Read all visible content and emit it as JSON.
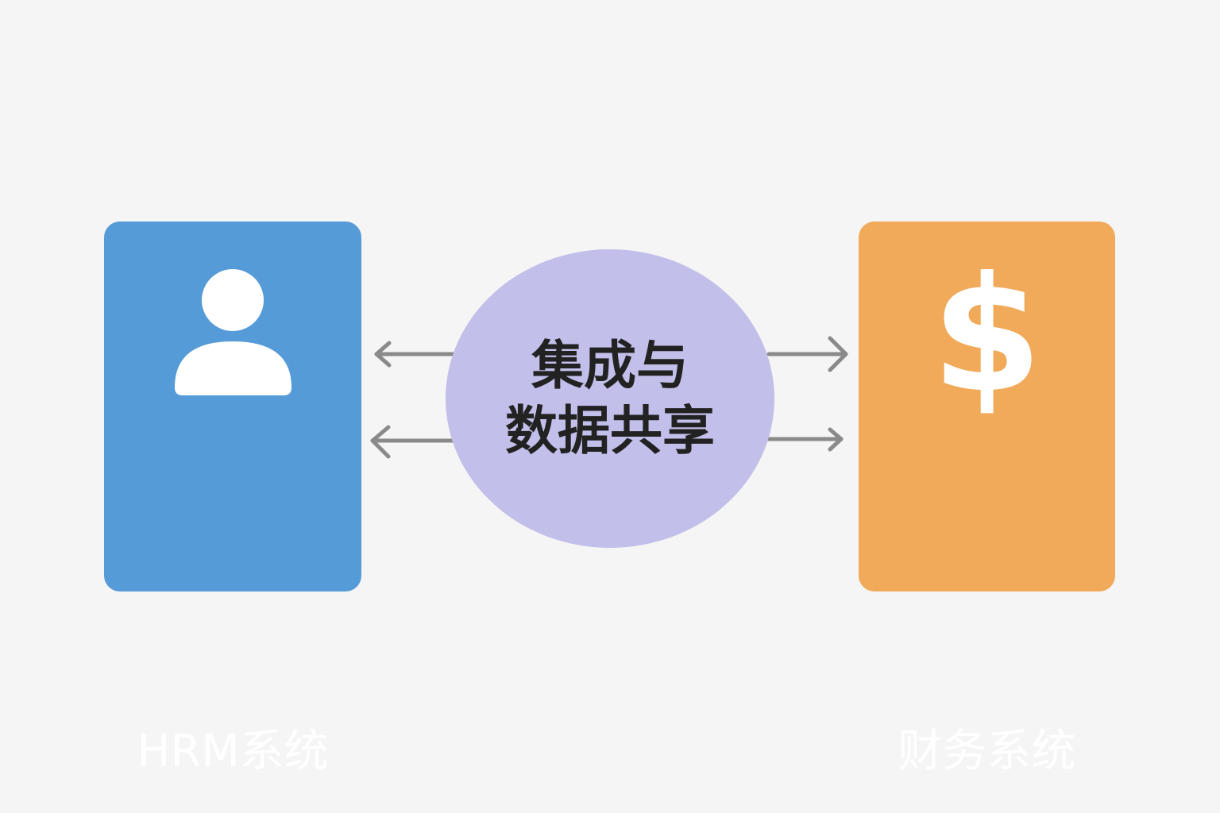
{
  "left_system": {
    "label": "HRM系统",
    "icon": "person-icon",
    "color": "#559bd7"
  },
  "hub": {
    "line1": "集成与",
    "line2": "数据共享",
    "color": "#c2bfea"
  },
  "right_system": {
    "label": "财务系统",
    "icon": "dollar-icon",
    "icon_glyph": "$",
    "color": "#f0aa5a"
  },
  "arrow_color": "#8a8a8a"
}
